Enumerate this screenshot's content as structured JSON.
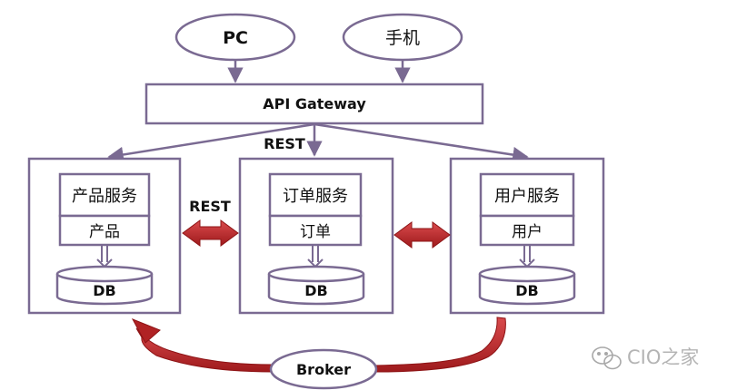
{
  "clients": {
    "pc": "PC",
    "mobile": "手机"
  },
  "gateway": {
    "label": "API Gateway"
  },
  "protocol_labels": {
    "gateway_rest": "REST",
    "service_rest": "REST"
  },
  "services": [
    {
      "name": "产品服务",
      "entity": "产品",
      "db": "DB"
    },
    {
      "name": "订单服务",
      "entity": "订单",
      "db": "DB"
    },
    {
      "name": "用户服务",
      "entity": "用户",
      "db": "DB"
    }
  ],
  "broker": {
    "label": "Broker"
  },
  "watermark": {
    "text": "CIO之家"
  },
  "colors": {
    "outline": "#7a6a92",
    "arrow_red": "#c0282a",
    "arrow_red_dark": "#8e1416",
    "text": "#111111"
  }
}
